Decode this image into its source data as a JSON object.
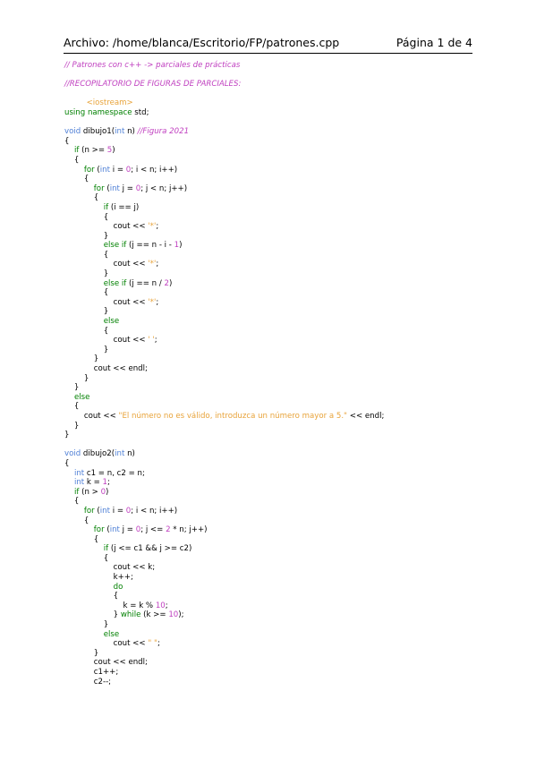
{
  "header": {
    "file_label": "Archivo: /home/blanca/Escritorio/FP/patrones.cpp",
    "page_label": "Página 1 de 4"
  },
  "code_lines": [
    [
      [
        "com",
        "// Patrones con c++ -> parciales de prácticas"
      ]
    ],
    [],
    [
      [
        "com",
        "//RECOPILATORIO DE FIGURAS DE PARCIALES:"
      ]
    ],
    [],
    [
      [
        "inc",
        "         <iostream>"
      ]
    ],
    [
      [
        "kw",
        "using namespace"
      ],
      [
        "plain",
        " std;"
      ]
    ],
    [],
    [
      [
        "type",
        "void"
      ],
      [
        "plain",
        " dibujo1("
      ],
      [
        "type",
        "int"
      ],
      [
        "plain",
        " n) "
      ],
      [
        "com",
        "//Figura 2021"
      ]
    ],
    [
      [
        "plain",
        "{"
      ]
    ],
    [
      [
        "plain",
        "    "
      ],
      [
        "kw",
        "if"
      ],
      [
        "plain",
        " (n >= "
      ],
      [
        "num",
        "5"
      ],
      [
        "plain",
        ")"
      ]
    ],
    [
      [
        "plain",
        "    {"
      ]
    ],
    [
      [
        "plain",
        "        "
      ],
      [
        "kw",
        "for"
      ],
      [
        "plain",
        " ("
      ],
      [
        "type",
        "int"
      ],
      [
        "plain",
        " i = "
      ],
      [
        "num",
        "0"
      ],
      [
        "plain",
        "; i < n; i++)"
      ]
    ],
    [
      [
        "plain",
        "        {"
      ]
    ],
    [
      [
        "plain",
        "            "
      ],
      [
        "kw",
        "for"
      ],
      [
        "plain",
        " ("
      ],
      [
        "type",
        "int"
      ],
      [
        "plain",
        " j = "
      ],
      [
        "num",
        "0"
      ],
      [
        "plain",
        "; j < n; j++)"
      ]
    ],
    [
      [
        "plain",
        "            {"
      ]
    ],
    [
      [
        "plain",
        "                "
      ],
      [
        "kw",
        "if"
      ],
      [
        "plain",
        " (i == j)"
      ]
    ],
    [
      [
        "plain",
        "                {"
      ]
    ],
    [
      [
        "plain",
        "                    cout << "
      ],
      [
        "str",
        "'*'"
      ],
      [
        "plain",
        ";"
      ]
    ],
    [
      [
        "plain",
        "                }"
      ]
    ],
    [
      [
        "plain",
        "                "
      ],
      [
        "kw",
        "else if"
      ],
      [
        "plain",
        " (j == n - i - "
      ],
      [
        "num",
        "1"
      ],
      [
        "plain",
        ")"
      ]
    ],
    [
      [
        "plain",
        "                {"
      ]
    ],
    [
      [
        "plain",
        "                    cout << "
      ],
      [
        "str",
        "'*'"
      ],
      [
        "plain",
        ";"
      ]
    ],
    [
      [
        "plain",
        "                }"
      ]
    ],
    [
      [
        "plain",
        "                "
      ],
      [
        "kw",
        "else if"
      ],
      [
        "plain",
        " (j == n / "
      ],
      [
        "num",
        "2"
      ],
      [
        "plain",
        ")"
      ]
    ],
    [
      [
        "plain",
        "                {"
      ]
    ],
    [
      [
        "plain",
        "                    cout << "
      ],
      [
        "str",
        "'*'"
      ],
      [
        "plain",
        ";"
      ]
    ],
    [
      [
        "plain",
        "                }"
      ]
    ],
    [
      [
        "plain",
        "                "
      ],
      [
        "kw",
        "else"
      ]
    ],
    [
      [
        "plain",
        "                {"
      ]
    ],
    [
      [
        "plain",
        "                    cout << "
      ],
      [
        "str",
        "' '"
      ],
      [
        "plain",
        ";"
      ]
    ],
    [
      [
        "plain",
        "                }"
      ]
    ],
    [
      [
        "plain",
        "            }"
      ]
    ],
    [
      [
        "plain",
        "            cout << endl;"
      ]
    ],
    [
      [
        "plain",
        "        }"
      ]
    ],
    [
      [
        "plain",
        "    }"
      ]
    ],
    [
      [
        "plain",
        "    "
      ],
      [
        "kw",
        "else"
      ]
    ],
    [
      [
        "plain",
        "    {"
      ]
    ],
    [
      [
        "plain",
        "        cout << "
      ],
      [
        "str",
        "\"El número no es válido, introduzca un número mayor a 5.\""
      ],
      [
        "plain",
        " << endl;"
      ]
    ],
    [
      [
        "plain",
        "    }"
      ]
    ],
    [
      [
        "plain",
        "}"
      ]
    ],
    [],
    [
      [
        "type",
        "void"
      ],
      [
        "plain",
        " dibujo2("
      ],
      [
        "type",
        "int"
      ],
      [
        "plain",
        " n)"
      ]
    ],
    [
      [
        "plain",
        "{"
      ]
    ],
    [
      [
        "plain",
        "    "
      ],
      [
        "type",
        "int"
      ],
      [
        "plain",
        " c1 = n, c2 = n;"
      ]
    ],
    [
      [
        "plain",
        "    "
      ],
      [
        "type",
        "int"
      ],
      [
        "plain",
        " k = "
      ],
      [
        "num",
        "1"
      ],
      [
        "plain",
        ";"
      ]
    ],
    [
      [
        "plain",
        "    "
      ],
      [
        "kw",
        "if"
      ],
      [
        "plain",
        " (n > "
      ],
      [
        "num",
        "0"
      ],
      [
        "plain",
        ")"
      ]
    ],
    [
      [
        "plain",
        "    {"
      ]
    ],
    [
      [
        "plain",
        "        "
      ],
      [
        "kw",
        "for"
      ],
      [
        "plain",
        " ("
      ],
      [
        "type",
        "int"
      ],
      [
        "plain",
        " i = "
      ],
      [
        "num",
        "0"
      ],
      [
        "plain",
        "; i < n; i++)"
      ]
    ],
    [
      [
        "plain",
        "        {"
      ]
    ],
    [
      [
        "plain",
        "            "
      ],
      [
        "kw",
        "for"
      ],
      [
        "plain",
        " ("
      ],
      [
        "type",
        "int"
      ],
      [
        "plain",
        " j = "
      ],
      [
        "num",
        "0"
      ],
      [
        "plain",
        "; j <= "
      ],
      [
        "num",
        "2"
      ],
      [
        "plain",
        " * n; j++)"
      ]
    ],
    [
      [
        "plain",
        "            {"
      ]
    ],
    [
      [
        "plain",
        "                "
      ],
      [
        "kw",
        "if"
      ],
      [
        "plain",
        " (j <= c1 && j >= c2)"
      ]
    ],
    [
      [
        "plain",
        "                {"
      ]
    ],
    [
      [
        "plain",
        "                    cout << k;"
      ]
    ],
    [
      [
        "plain",
        "                    k++;"
      ]
    ],
    [
      [
        "plain",
        "                    "
      ],
      [
        "kw",
        "do"
      ]
    ],
    [
      [
        "plain",
        "                    {"
      ]
    ],
    [
      [
        "plain",
        "                        k = k % "
      ],
      [
        "num",
        "10"
      ],
      [
        "plain",
        ";"
      ]
    ],
    [
      [
        "plain",
        "                    } "
      ],
      [
        "kw",
        "while"
      ],
      [
        "plain",
        " (k >= "
      ],
      [
        "num",
        "10"
      ],
      [
        "plain",
        ");"
      ]
    ],
    [
      [
        "plain",
        "                }"
      ]
    ],
    [
      [
        "plain",
        "                "
      ],
      [
        "kw",
        "else"
      ]
    ],
    [
      [
        "plain",
        "                    cout << "
      ],
      [
        "str",
        "\" \""
      ],
      [
        "plain",
        ";"
      ]
    ],
    [
      [
        "plain",
        "            }"
      ]
    ],
    [
      [
        "plain",
        "            cout << endl;"
      ]
    ],
    [
      [
        "plain",
        "            c1++;"
      ]
    ],
    [
      [
        "plain",
        "            c2--;"
      ]
    ]
  ]
}
